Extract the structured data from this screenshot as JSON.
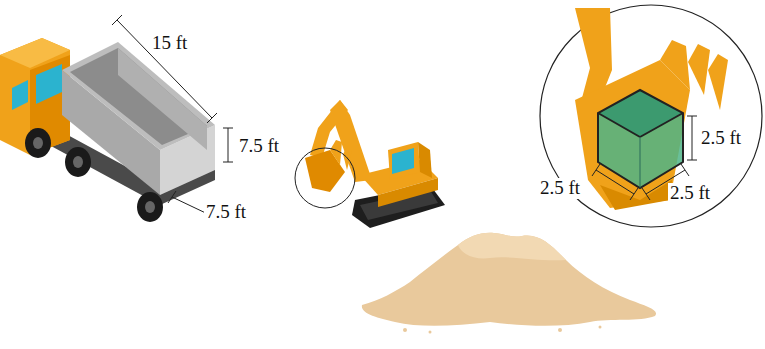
{
  "diagram": {
    "labels": [
      "15 ft",
      "7.5 ft",
      "7.5 ft",
      "2.5 ft",
      "2.5 ft",
      "2.5 ft"
    ]
  }
}
